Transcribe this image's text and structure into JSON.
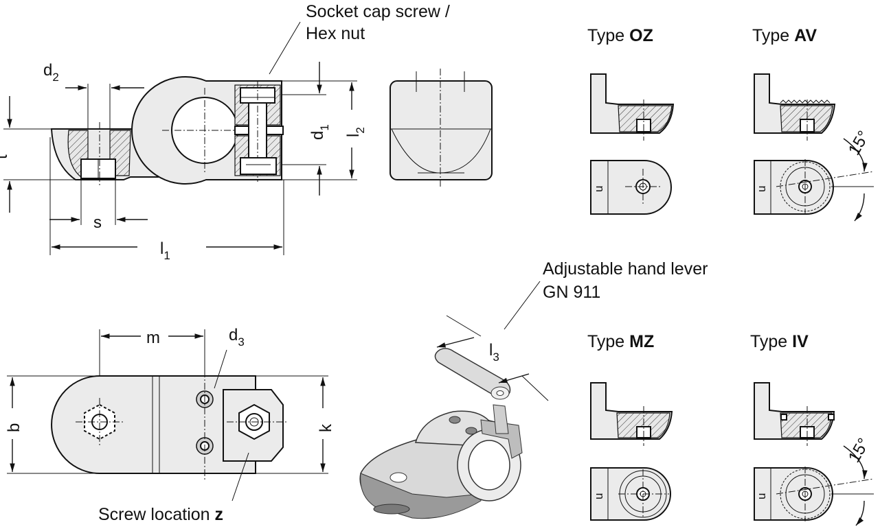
{
  "labels": {
    "socket_cap_screw": "Socket cap screw /",
    "hex_nut": "Hex nut",
    "adjustable_hand_lever": "Adjustable hand lever",
    "gn_911": "GN 911",
    "screw_location_prefix": "Screw location ",
    "screw_location_var": "z"
  },
  "dimensions": {
    "d2": {
      "base": "d",
      "sub": "2"
    },
    "d1": {
      "base": "d",
      "sub": "1"
    },
    "d3": {
      "base": "d",
      "sub": "3"
    },
    "l1": {
      "base": "l",
      "sub": "1"
    },
    "l2": {
      "base": "l",
      "sub": "2"
    },
    "l3": {
      "base": "l",
      "sub": "3"
    },
    "t": "t",
    "s": "s",
    "m": "m",
    "b": "b",
    "k": "k",
    "u_oz": "u",
    "u_av": "u",
    "u_mz": "u",
    "u_iv": "u",
    "angle_av": "15°",
    "angle_iv": "15°"
  },
  "types": {
    "oz": {
      "prefix": "Type ",
      "code": "OZ"
    },
    "av": {
      "prefix": "Type ",
      "code": "AV"
    },
    "mz": {
      "prefix": "Type ",
      "code": "MZ"
    },
    "iv": {
      "prefix": "Type ",
      "code": "IV"
    }
  }
}
